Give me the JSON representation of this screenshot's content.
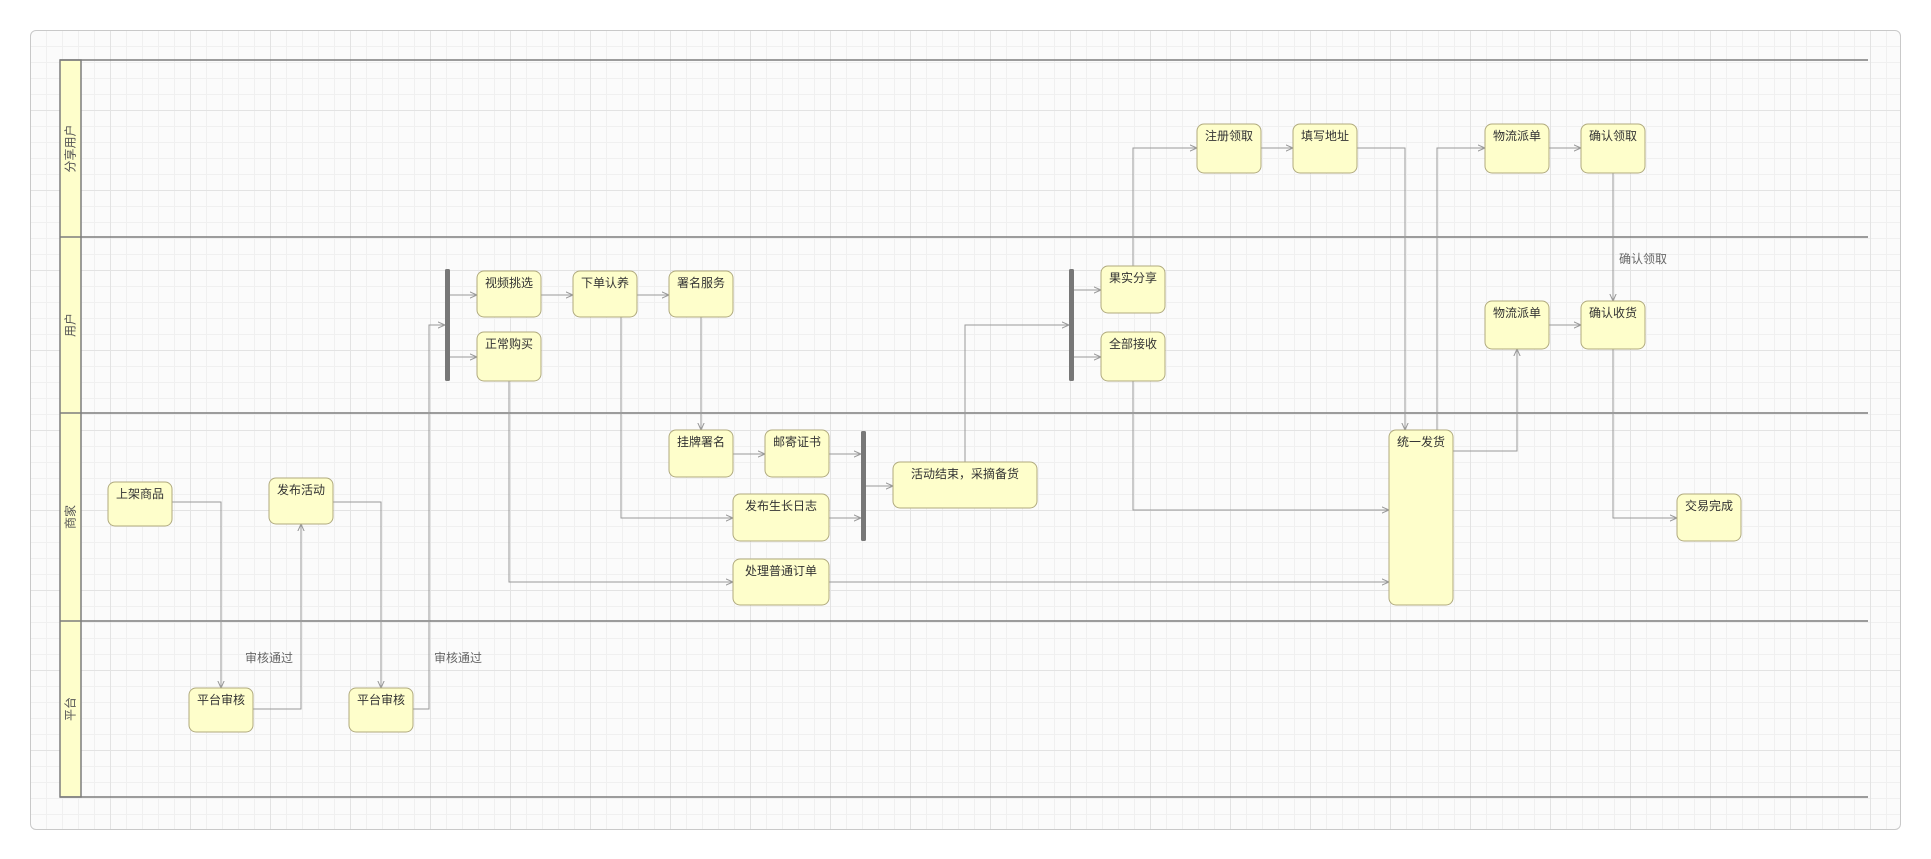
{
  "lanes": [
    {
      "id": "sharer",
      "label": "分享用户"
    },
    {
      "id": "user",
      "label": "用户"
    },
    {
      "id": "merchant",
      "label": "商家"
    },
    {
      "id": "platform",
      "label": "平台"
    }
  ],
  "nodes": [
    {
      "id": "list_goods",
      "lane": "merchant",
      "label": "上架商品"
    },
    {
      "id": "audit1",
      "lane": "platform",
      "label": "平台审核"
    },
    {
      "id": "publish_activity",
      "lane": "merchant",
      "label": "发布活动"
    },
    {
      "id": "audit2",
      "lane": "platform",
      "label": "平台审核"
    },
    {
      "id": "video_pick",
      "lane": "user",
      "label": "视频挑选"
    },
    {
      "id": "normal_buy",
      "lane": "user",
      "label": "正常购买"
    },
    {
      "id": "adopt_order",
      "lane": "user",
      "label": "下单认养"
    },
    {
      "id": "sign_service",
      "lane": "user",
      "label": "署名服务"
    },
    {
      "id": "hang_sign",
      "lane": "merchant",
      "label": "挂牌署名"
    },
    {
      "id": "mail_cert",
      "lane": "merchant",
      "label": "邮寄证书"
    },
    {
      "id": "growth_log",
      "lane": "merchant",
      "label": "发布生长日志"
    },
    {
      "id": "normal_order",
      "lane": "merchant",
      "label": "处理普通订单"
    },
    {
      "id": "activity_end",
      "lane": "merchant",
      "label": "活动结束，采摘备货"
    },
    {
      "id": "fruit_share",
      "lane": "user",
      "label": "果实分享"
    },
    {
      "id": "receive_all",
      "lane": "user",
      "label": "全部接收"
    },
    {
      "id": "register_claim",
      "lane": "sharer",
      "label": "注册领取"
    },
    {
      "id": "fill_address",
      "lane": "sharer",
      "label": "填写地址"
    },
    {
      "id": "unified_ship",
      "lane": "merchant",
      "label": "统一发货"
    },
    {
      "id": "dispatch_sharer",
      "lane": "sharer",
      "label": "物流派单"
    },
    {
      "id": "confirm_claim",
      "lane": "sharer",
      "label": "确认领取"
    },
    {
      "id": "dispatch_user",
      "lane": "user",
      "label": "物流派单"
    },
    {
      "id": "confirm_receipt",
      "lane": "user",
      "label": "确认收货"
    },
    {
      "id": "deal_done",
      "lane": "merchant",
      "label": "交易完成"
    }
  ],
  "edges": [
    {
      "id": "e1",
      "from": "list_goods",
      "to": "audit1",
      "label": ""
    },
    {
      "id": "e2",
      "from": "audit1",
      "to": "publish_activity",
      "label": "审核通过"
    },
    {
      "id": "e3",
      "from": "publish_activity",
      "to": "audit2",
      "label": ""
    },
    {
      "id": "e4",
      "from": "audit2",
      "to": "fork1",
      "label": "审核通过"
    },
    {
      "id": "e5",
      "from": "fork1",
      "to": "video_pick",
      "label": ""
    },
    {
      "id": "e6",
      "from": "fork1",
      "to": "normal_buy",
      "label": ""
    },
    {
      "id": "e7",
      "from": "video_pick",
      "to": "adopt_order",
      "label": ""
    },
    {
      "id": "e8",
      "from": "adopt_order",
      "to": "sign_service",
      "label": ""
    },
    {
      "id": "e9",
      "from": "sign_service",
      "to": "hang_sign",
      "label": ""
    },
    {
      "id": "e10",
      "from": "hang_sign",
      "to": "mail_cert",
      "label": ""
    },
    {
      "id": "e11",
      "from": "adopt_order",
      "to": "growth_log",
      "label": ""
    },
    {
      "id": "e12",
      "from": "mail_cert",
      "to": "join1",
      "label": ""
    },
    {
      "id": "e13",
      "from": "growth_log",
      "to": "join1",
      "label": ""
    },
    {
      "id": "e14",
      "from": "join1",
      "to": "activity_end",
      "label": ""
    },
    {
      "id": "e15",
      "from": "normal_buy",
      "to": "normal_order",
      "label": ""
    },
    {
      "id": "e16",
      "from": "normal_order",
      "to": "unified_ship",
      "label": ""
    },
    {
      "id": "e17",
      "from": "activity_end",
      "to": "fork2",
      "label": ""
    },
    {
      "id": "e18",
      "from": "fork2",
      "to": "fruit_share",
      "label": ""
    },
    {
      "id": "e19",
      "from": "fork2",
      "to": "receive_all",
      "label": ""
    },
    {
      "id": "e20",
      "from": "fruit_share",
      "to": "register_claim",
      "label": ""
    },
    {
      "id": "e21",
      "from": "register_claim",
      "to": "fill_address",
      "label": ""
    },
    {
      "id": "e22",
      "from": "fill_address",
      "to": "unified_ship",
      "label": ""
    },
    {
      "id": "e23",
      "from": "receive_all",
      "to": "unified_ship",
      "label": ""
    },
    {
      "id": "e24",
      "from": "unified_ship",
      "to": "dispatch_sharer",
      "label": ""
    },
    {
      "id": "e25",
      "from": "dispatch_sharer",
      "to": "confirm_claim",
      "label": ""
    },
    {
      "id": "e26",
      "from": "unified_ship",
      "to": "dispatch_user",
      "label": ""
    },
    {
      "id": "e27",
      "from": "dispatch_user",
      "to": "confirm_receipt",
      "label": ""
    },
    {
      "id": "e28",
      "from": "confirm_claim",
      "to": "confirm_receipt",
      "label": "确认领取"
    },
    {
      "id": "e29",
      "from": "confirm_receipt",
      "to": "deal_done",
      "label": ""
    }
  ],
  "sync_bars": [
    {
      "id": "fork1",
      "type": "fork"
    },
    {
      "id": "join1",
      "type": "join"
    },
    {
      "id": "fork2",
      "type": "fork"
    }
  ],
  "colors": {
    "node_fill": "#fefecb",
    "node_border": "#b0aa7e",
    "lane_header": "#fefecb",
    "edge": "#9a9a9a",
    "bar": "#777777"
  }
}
